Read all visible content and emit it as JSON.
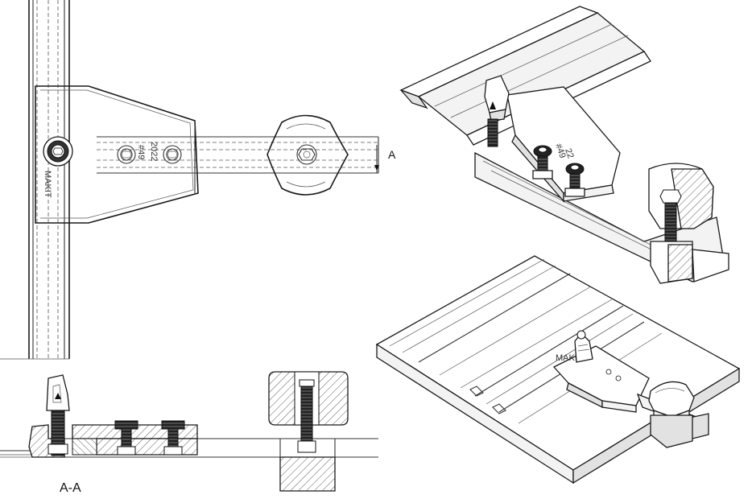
{
  "section_label": "A-A",
  "section_marker": "A",
  "engraving": {
    "brand": "MAKIT",
    "code_line1": "#49",
    "code_line2": "2022"
  },
  "iso_engraving": {
    "code_line1": "#49",
    "code_line2": "22"
  },
  "colors": {
    "line": "#1a1a1a",
    "background": "#ffffff"
  }
}
